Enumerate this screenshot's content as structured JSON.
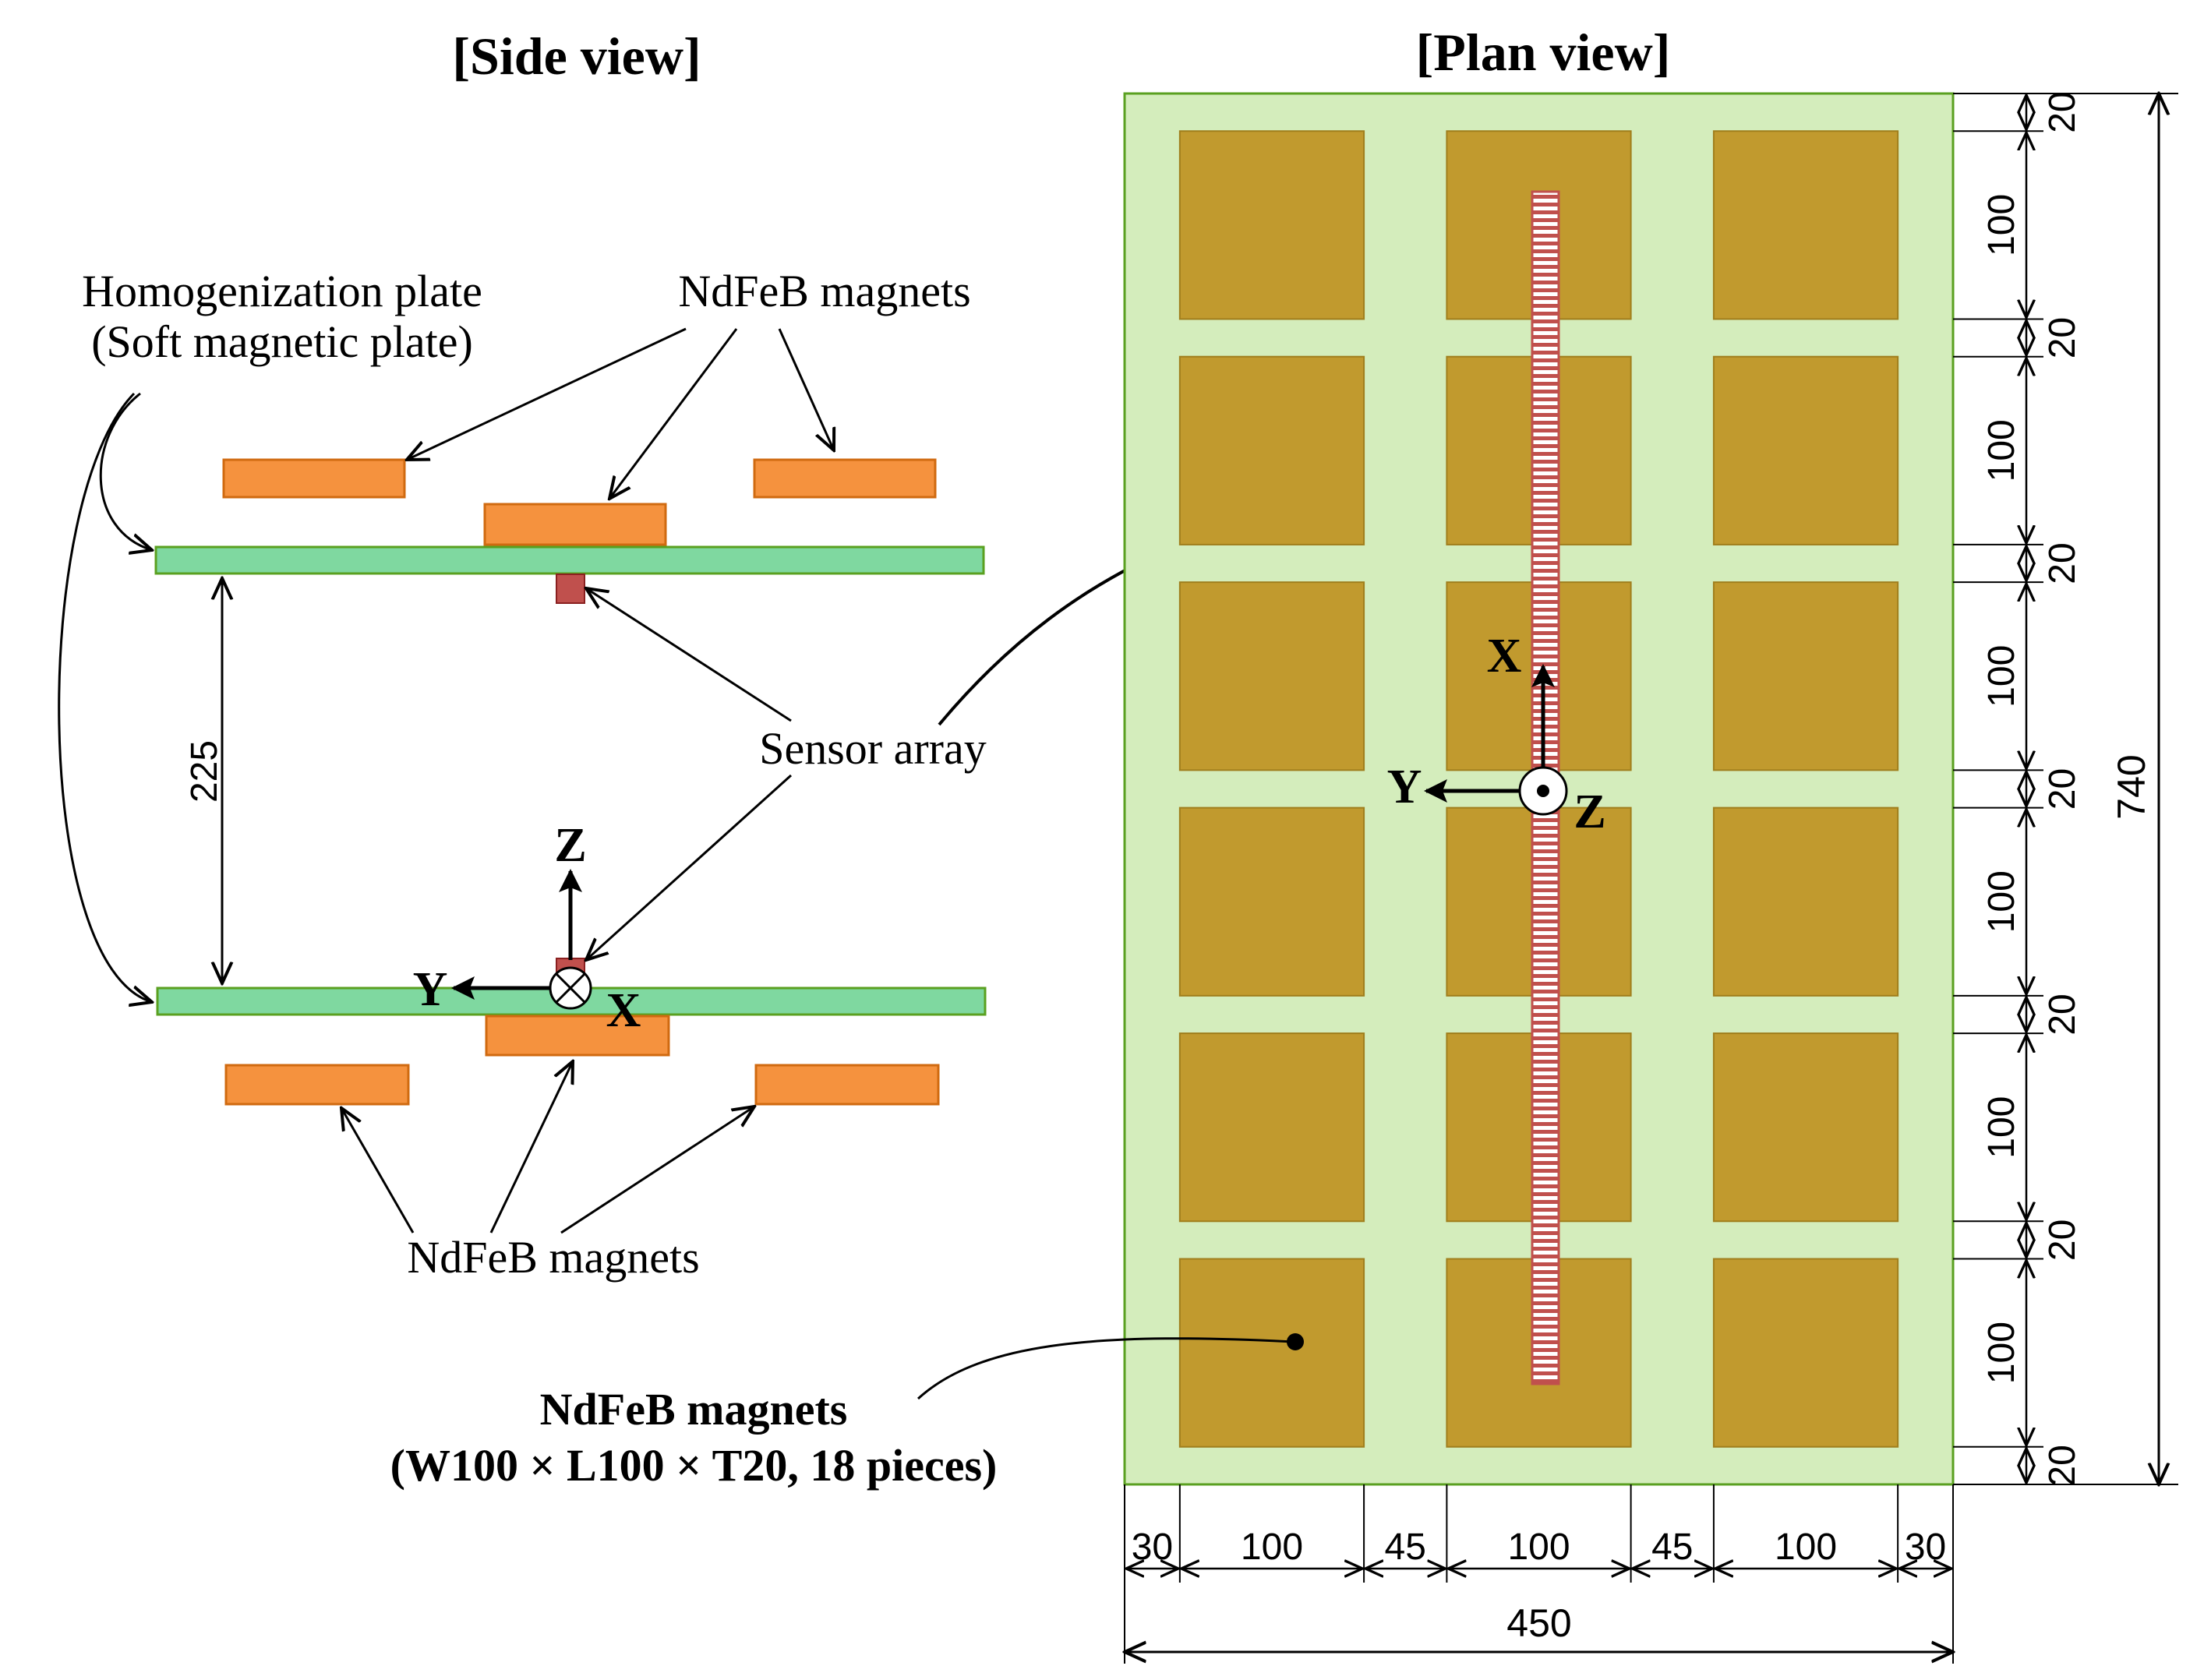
{
  "side_view": {
    "title": "[Side view]",
    "label_plate_line1": "Homogenization plate",
    "label_plate_line2": "(Soft magnetic plate)",
    "label_magnets_top": "NdFeB magnets",
    "label_magnets_bottom": "NdFeB magnets",
    "label_sensor_array": "Sensor array",
    "gap_dimension": "225",
    "axis_z": "Z",
    "axis_y": "Y",
    "axis_x": "X"
  },
  "plan_view": {
    "title": "[Plan view]",
    "axis_x": "X",
    "axis_y": "Y",
    "axis_z": "Z",
    "magnet_label_line1": "NdFeB magnets",
    "magnet_label_line2": "(W100 × L100 × T20, 18 pieces)",
    "horizontal_dimensions": [
      "30",
      "100",
      "45",
      "100",
      "45",
      "100",
      "30"
    ],
    "total_width": "450",
    "vertical_dimensions": [
      "20",
      "100",
      "20",
      "100",
      "20",
      "100",
      "20",
      "100",
      "20",
      "100",
      "20",
      "100",
      "20"
    ],
    "total_height": "740"
  },
  "colors": {
    "plate_green": "#7fd8a0",
    "plate_border": "#5aa020",
    "magnet_orange": "#f5923e",
    "magnet_orange_border": "#d06a10",
    "plan_background": "#d4edbc",
    "plan_magnet": "#c19a2e",
    "sensor_red": "#c0504d",
    "sensor_stripe": "#ffffff"
  }
}
